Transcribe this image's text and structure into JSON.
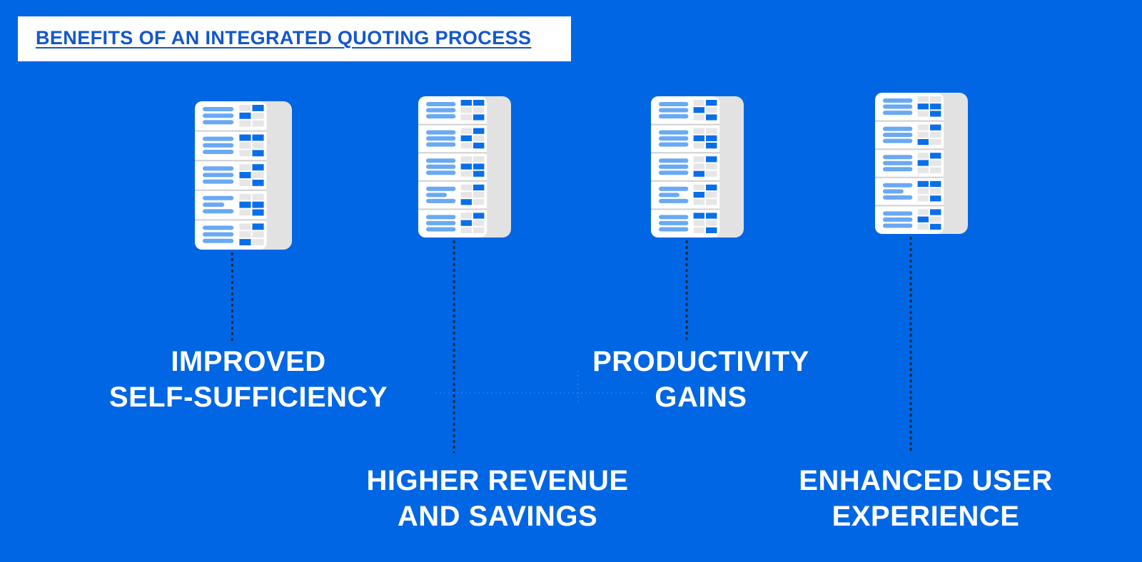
{
  "title": "BENEFITS OF AN INTEGRATED QUOTING PROCESS",
  "colors": {
    "background": "#0066e3",
    "server_body": "#ffffff",
    "server_side": "#e2e2e2",
    "bar_light": "#6aa9f3",
    "bar_blue": "#0a6ee8",
    "cell_grey": "#e6e6e6",
    "connector": "#1b2a44"
  },
  "icon": "server-rack-icon",
  "benefits": [
    {
      "line1": "IMPROVED",
      "line2": "SELF-SUFFICIENCY"
    },
    {
      "line1": "HIGHER REVENUE",
      "line2": "AND SAVINGS"
    },
    {
      "line1": "PRODUCTIVITY",
      "line2": "GAINS"
    },
    {
      "line1": "ENHANCED USER",
      "line2": "EXPERIENCE"
    }
  ]
}
